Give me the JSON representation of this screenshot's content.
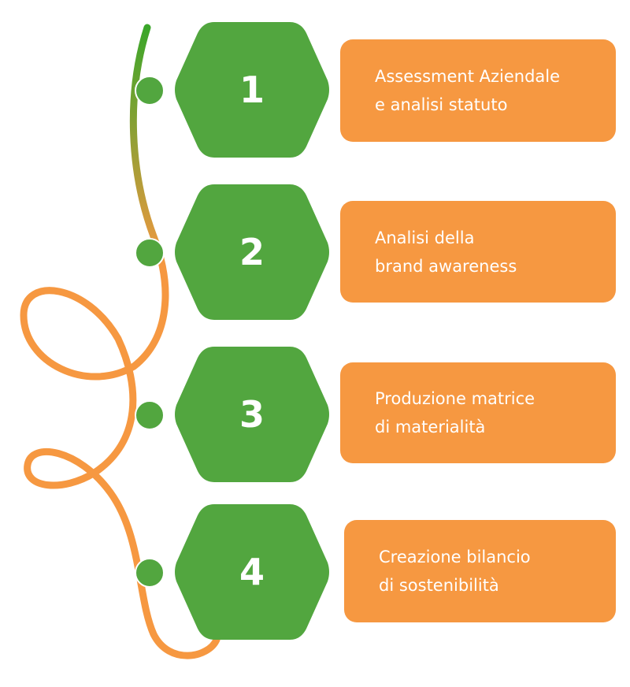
{
  "colors": {
    "green": "#52a63f",
    "orange": "#f69841"
  },
  "steps": [
    {
      "number": "1",
      "lines": [
        "Assessment Aziendale",
        "e analisi statuto"
      ]
    },
    {
      "number": "2",
      "lines": [
        "Analisi della",
        "brand awareness"
      ]
    },
    {
      "number": "3",
      "lines": [
        "Produzione matrice",
        "di materialità"
      ]
    },
    {
      "number": "4",
      "lines": [
        "Creazione bilancio",
        "di sostenibilità"
      ]
    }
  ]
}
